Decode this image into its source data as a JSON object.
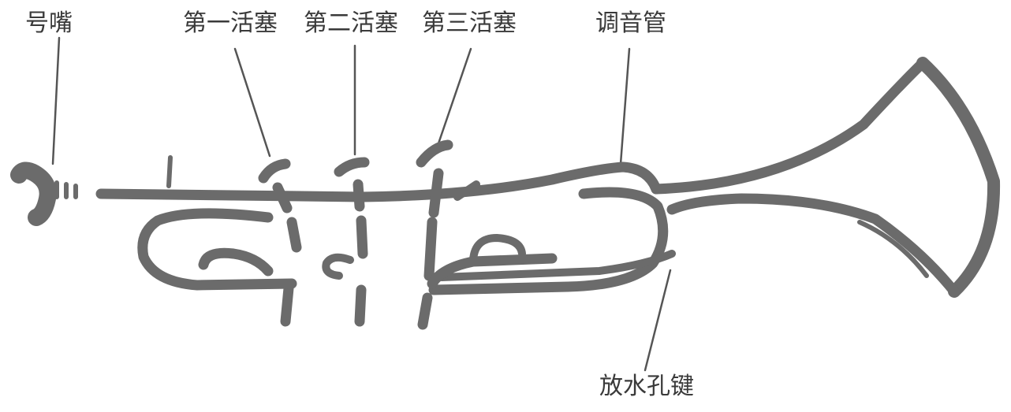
{
  "labels": {
    "mouthpiece": "号嘴",
    "valve1": "第一活塞",
    "valve2": "第二活塞",
    "valve3": "第三活塞",
    "tuning_slide": "调音管",
    "water_key": "放水孔键"
  },
  "colors": {
    "ink": "#6b6b6b",
    "leader": "#555555",
    "text": "#3a3a3a"
  }
}
